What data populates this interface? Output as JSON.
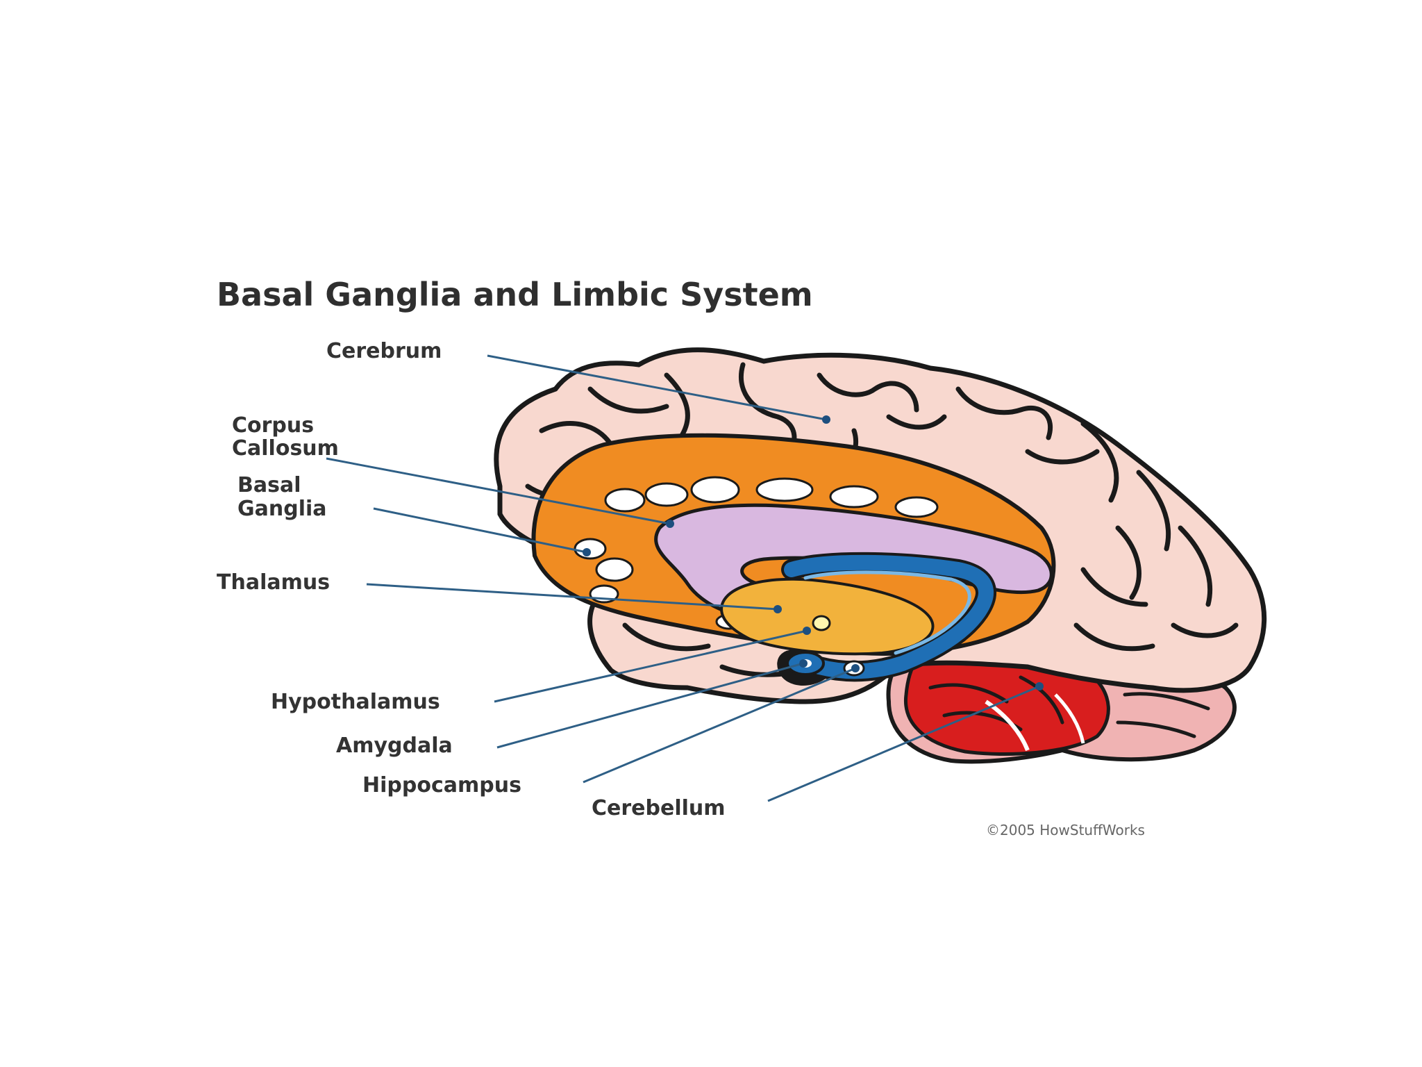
{
  "diagram": {
    "title": "Basal Ganglia and Limbic System",
    "credit": "©2005 HowStuffWorks",
    "colors": {
      "cerebrum": "#f8d8cf",
      "outline": "#1a1a1a",
      "limbic_ring": "#f08c22",
      "corpus_callosum": "#d9b8e0",
      "thalamus": "#f2b23c",
      "hippocampus": "#1f6fb5",
      "cerebellum": "#d81e1e",
      "leader": "#2e5f86"
    },
    "labels": {
      "cerebrum": [
        "Cerebrum"
      ],
      "corpus_callosum": [
        "Corpus",
        "Callosum"
      ],
      "basal_ganglia": [
        "Basal",
        "Ganglia"
      ],
      "thalamus": [
        "Thalamus"
      ],
      "hypothalamus": [
        "Hypothalamus"
      ],
      "amygdala": [
        "Amygdala"
      ],
      "hippocampus": [
        "Hippocampus"
      ],
      "cerebellum": [
        "Cerebellum"
      ]
    }
  }
}
